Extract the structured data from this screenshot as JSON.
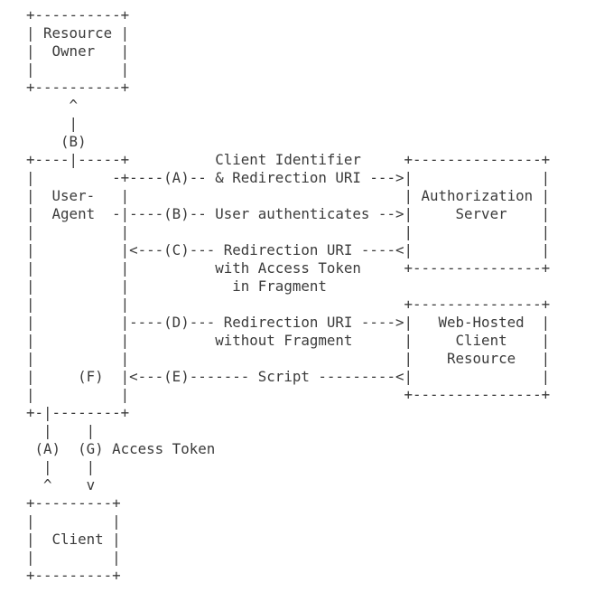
{
  "page": {
    "background_color": "#ffffff",
    "text_color": "#3b3b3b"
  },
  "diagram": {
    "kind": "ascii-flow-diagram",
    "boxes": [
      "Resource Owner",
      "User-Agent",
      "Authorization Server",
      "Web-Hosted Client Resource",
      "Client"
    ],
    "steps": [
      {
        "id": "(A)",
        "label": "Client Identifier & Redirection URI"
      },
      {
        "id": "(B)",
        "label": "User authenticates"
      },
      {
        "id": "(C)",
        "label": "Redirection URI with Access Token in Fragment"
      },
      {
        "id": "(D)",
        "label": "Redirection URI without Fragment"
      },
      {
        "id": "(E)",
        "label": "Script"
      },
      {
        "id": "(F)",
        "label": ""
      },
      {
        "id": "(G)",
        "label": "Access Token"
      }
    ],
    "ascii_lines": [
      "+----------+",
      "| Resource |",
      "|  Owner   |",
      "|          |",
      "+----------+",
      "     ^",
      "     |",
      "    (B)",
      "+----|-----+          Client Identifier     +---------------+",
      "|         -+----(A)-- & Redirection URI --->|               |",
      "|  User-   |                                | Authorization |",
      "|  Agent  -|----(B)-- User authenticates -->|     Server    |",
      "|          |                                |               |",
      "|          |<---(C)--- Redirection URI ----<|               |",
      "|          |          with Access Token     +---------------+",
      "|          |            in Fragment",
      "|          |                                +---------------+",
      "|          |----(D)--- Redirection URI ---->|   Web-Hosted  |",
      "|          |          without Fragment      |     Client    |",
      "|          |                                |    Resource   |",
      "|     (F)  |<---(E)------- Script ---------<|               |",
      "|          |                                +---------------+",
      "+-|--------+",
      "  |    |",
      " (A)  (G) Access Token",
      "  |    |",
      "  ^    v",
      "+---------+",
      "|         |",
      "|  Client |",
      "|         |",
      "+---------+"
    ]
  }
}
